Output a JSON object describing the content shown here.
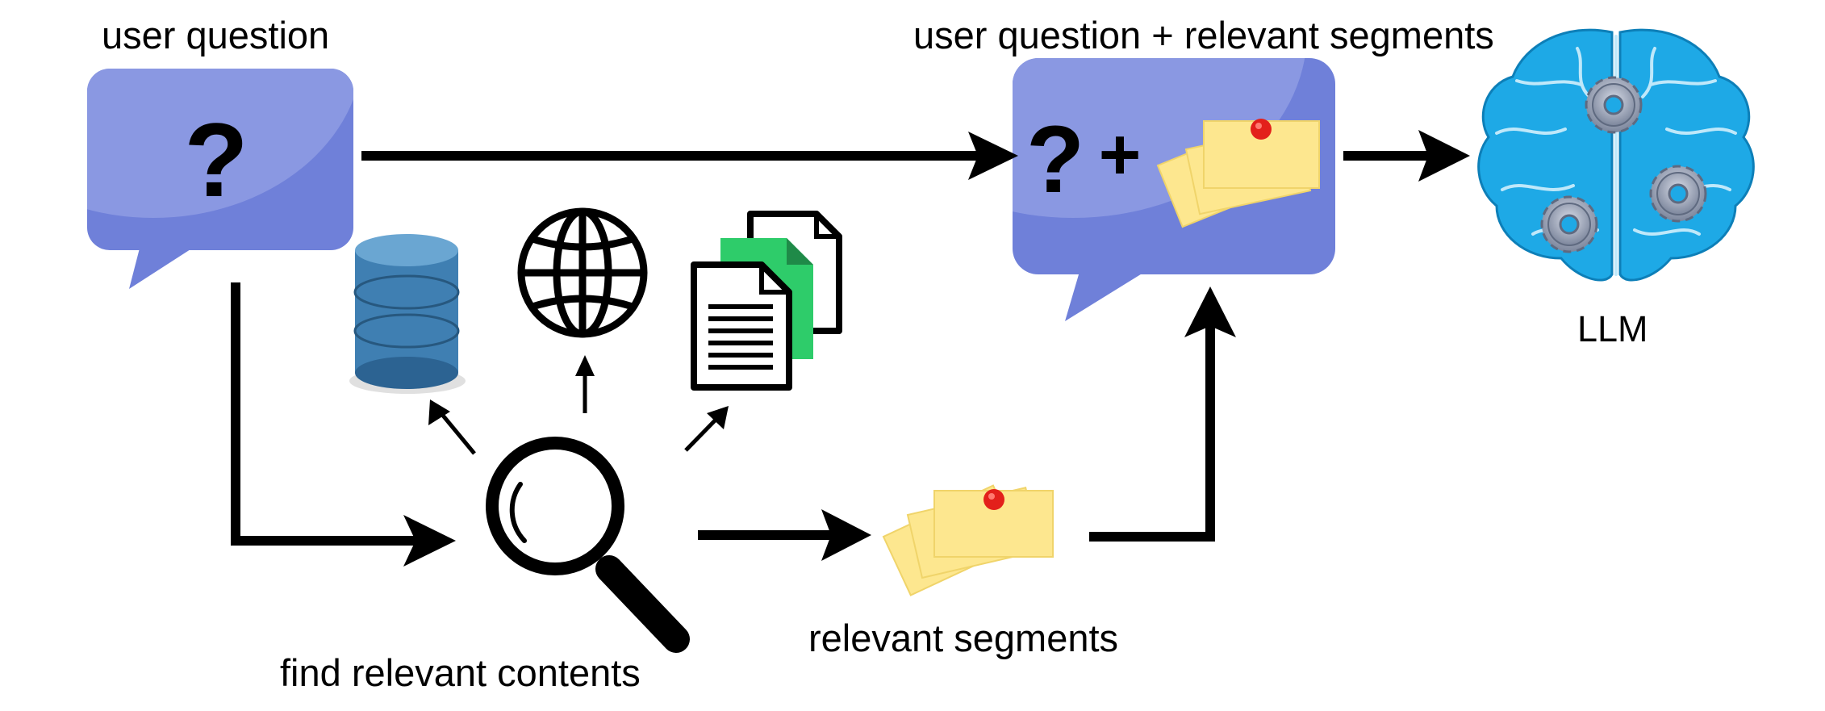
{
  "labels": {
    "user_question": "user question",
    "combined": "user question + relevant segments",
    "find": "find relevant contents",
    "segments": "relevant segments",
    "llm": "LLM"
  },
  "glyphs": {
    "question_mark": "?",
    "plus": "+"
  },
  "icons": {
    "search": "magnifying-glass-icon",
    "database": "database-icon",
    "web": "globe-icon",
    "documents": "documents-icon",
    "segments": "sticky-notes-icon",
    "llm": "brain-with-gears-icon"
  },
  "colors": {
    "bubble": "#6f80d9",
    "bubble_highlight": "#8a98e2",
    "note": "#fde78f",
    "pin": "#e3201b",
    "database": "#3f7fb2",
    "brain": "#1ea9e6",
    "doc_accent": "#2ecc6a",
    "gear": "#9aa3b8"
  }
}
